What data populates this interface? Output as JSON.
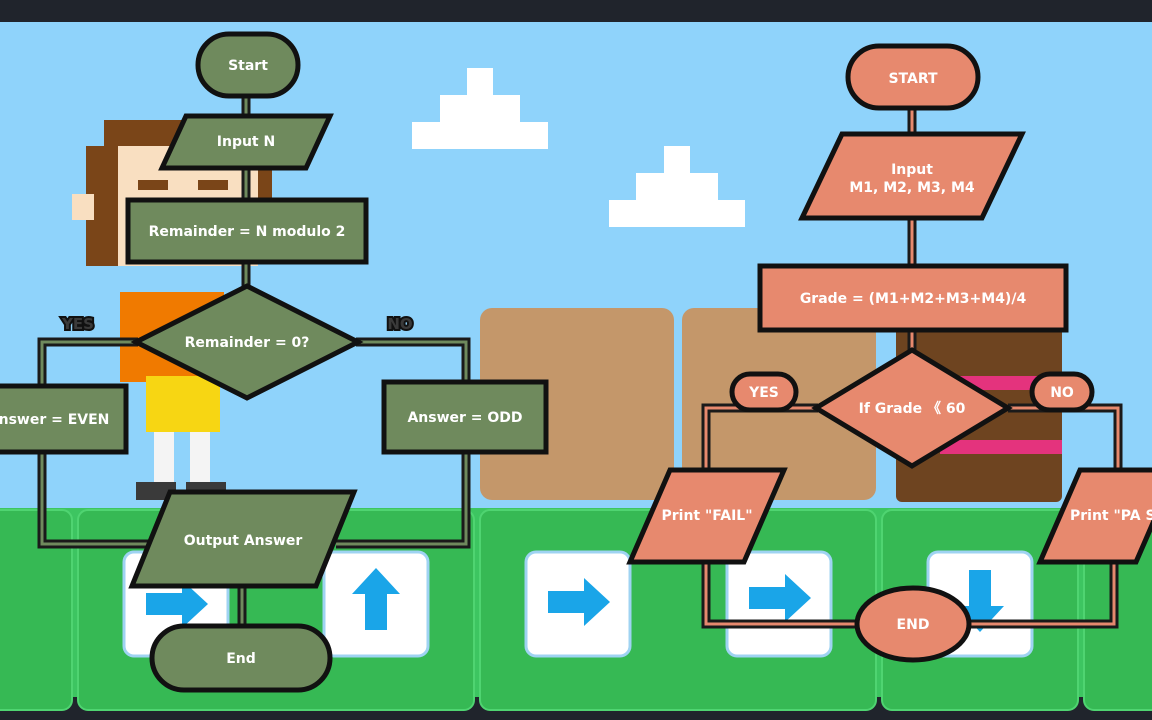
{
  "colors": {
    "frame": "#20242c",
    "sky": "#8fd3fb",
    "grass": "#3dc561",
    "grass_panel": "#36b954",
    "panel_brown": "#c4976a",
    "green_shape": "#6f8a5d",
    "salmon_shape": "#e7896e",
    "arrow_blue": "#1aa5e8",
    "outline": "#111111"
  },
  "left_flowchart": {
    "start": "Start",
    "input": "Input N",
    "process": "Remainder = N modulo 2",
    "decision": "Remainder = 0?",
    "yes": "YES",
    "no": "NO",
    "yes_result": "nswer = EVEN",
    "no_result": "Answer = ODD",
    "output": "Output Answer",
    "end": "End"
  },
  "right_flowchart": {
    "start": "START",
    "input_line1": "Input",
    "input_line2": "M1, M2, M3, M4",
    "process": "Grade = (M1+M2+M3+M4)/4",
    "decision": "If Grade 《 60",
    "yes": "YES",
    "no": "NO",
    "yes_result": "Print \"FAIL\"",
    "no_result": "Print \"PA S",
    "end": "END"
  },
  "game_tiles": [
    {
      "icon": "arrow-right-icon"
    },
    {
      "icon": "arrow-up-icon"
    },
    {
      "icon": "arrow-right-icon"
    },
    {
      "icon": "arrow-right-icon"
    },
    {
      "icon": "arrow-down-icon"
    }
  ]
}
